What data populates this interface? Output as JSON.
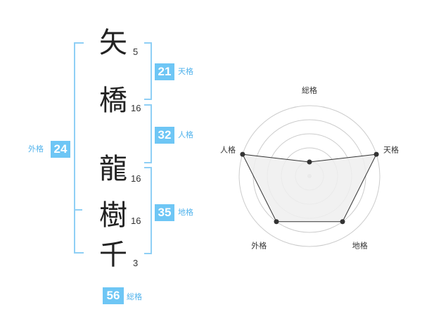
{
  "name_chars": [
    {
      "char": "矢",
      "strokes": "5"
    },
    {
      "char": "橋",
      "strokes": "16"
    },
    {
      "char": "龍",
      "strokes": "16"
    },
    {
      "char": "樹",
      "strokes": "16"
    },
    {
      "char": "千",
      "strokes": "3"
    }
  ],
  "fortunes": {
    "tenkaku": {
      "value": "21",
      "label": "天格"
    },
    "jinkaku": {
      "value": "32",
      "label": "人格"
    },
    "chikaku": {
      "value": "35",
      "label": "地格"
    },
    "gaikaku": {
      "value": "24",
      "label": "外格"
    },
    "soukaku": {
      "value": "56",
      "label": "総格"
    }
  },
  "colors": {
    "accent": "#6ec6f5",
    "bracket": "#8fcff5",
    "radar_fill": "#eeeeee",
    "radar_line": "#333333"
  },
  "chart_data": {
    "type": "radar",
    "axes": [
      "総格",
      "天格",
      "地格",
      "外格",
      "人格"
    ],
    "values": [
      1,
      5,
      4,
      4,
      5
    ],
    "max": 5
  }
}
